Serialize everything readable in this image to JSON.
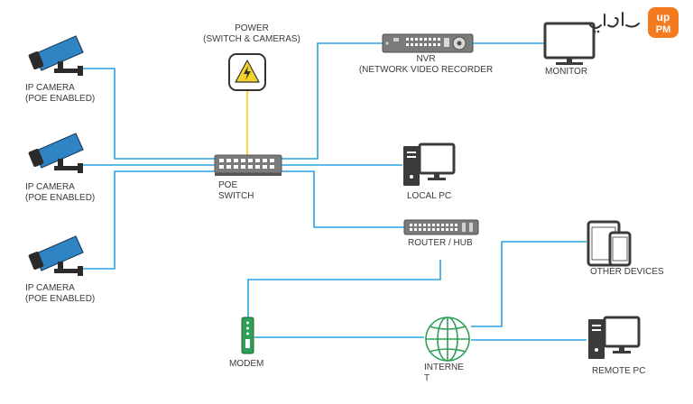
{
  "labels": {
    "power": [
      "POWER",
      "(SWITCH & CAMERAS)"
    ],
    "nvr": [
      "NVR",
      "(NETWORK VIDEO RECORDER"
    ],
    "monitor": "MONITOR",
    "camera1": [
      "IP CAMERA",
      "(POE ENABLED)"
    ],
    "camera2": [
      "IP CAMERA",
      "(POE ENABLED)"
    ],
    "camera3": [
      "IP CAMERA",
      "(POE ENABLED)"
    ],
    "poe_switch": [
      "POE",
      "SWITCH"
    ],
    "local_pc": "LOCAL PC",
    "router": "ROUTER / HUB",
    "other_devices": "OTHER DEVICES",
    "modem": "MODEM",
    "internet": [
      "INTERNE",
      "T"
    ],
    "remote_pc": "REMOTE PC"
  },
  "logo": {
    "text": "پی ام آپ",
    "badge": [
      "up",
      "PM"
    ]
  },
  "colors": {
    "link": "#29a3e0",
    "power_link": "#f5d327",
    "camera_body": "#2f84c4",
    "device_dark": "#3b3b3b",
    "device_grey": "#7b7b7b",
    "modem_green": "#2f9e55",
    "globe_green": "#2f9e55",
    "logo_orange": "#f47a1f"
  }
}
